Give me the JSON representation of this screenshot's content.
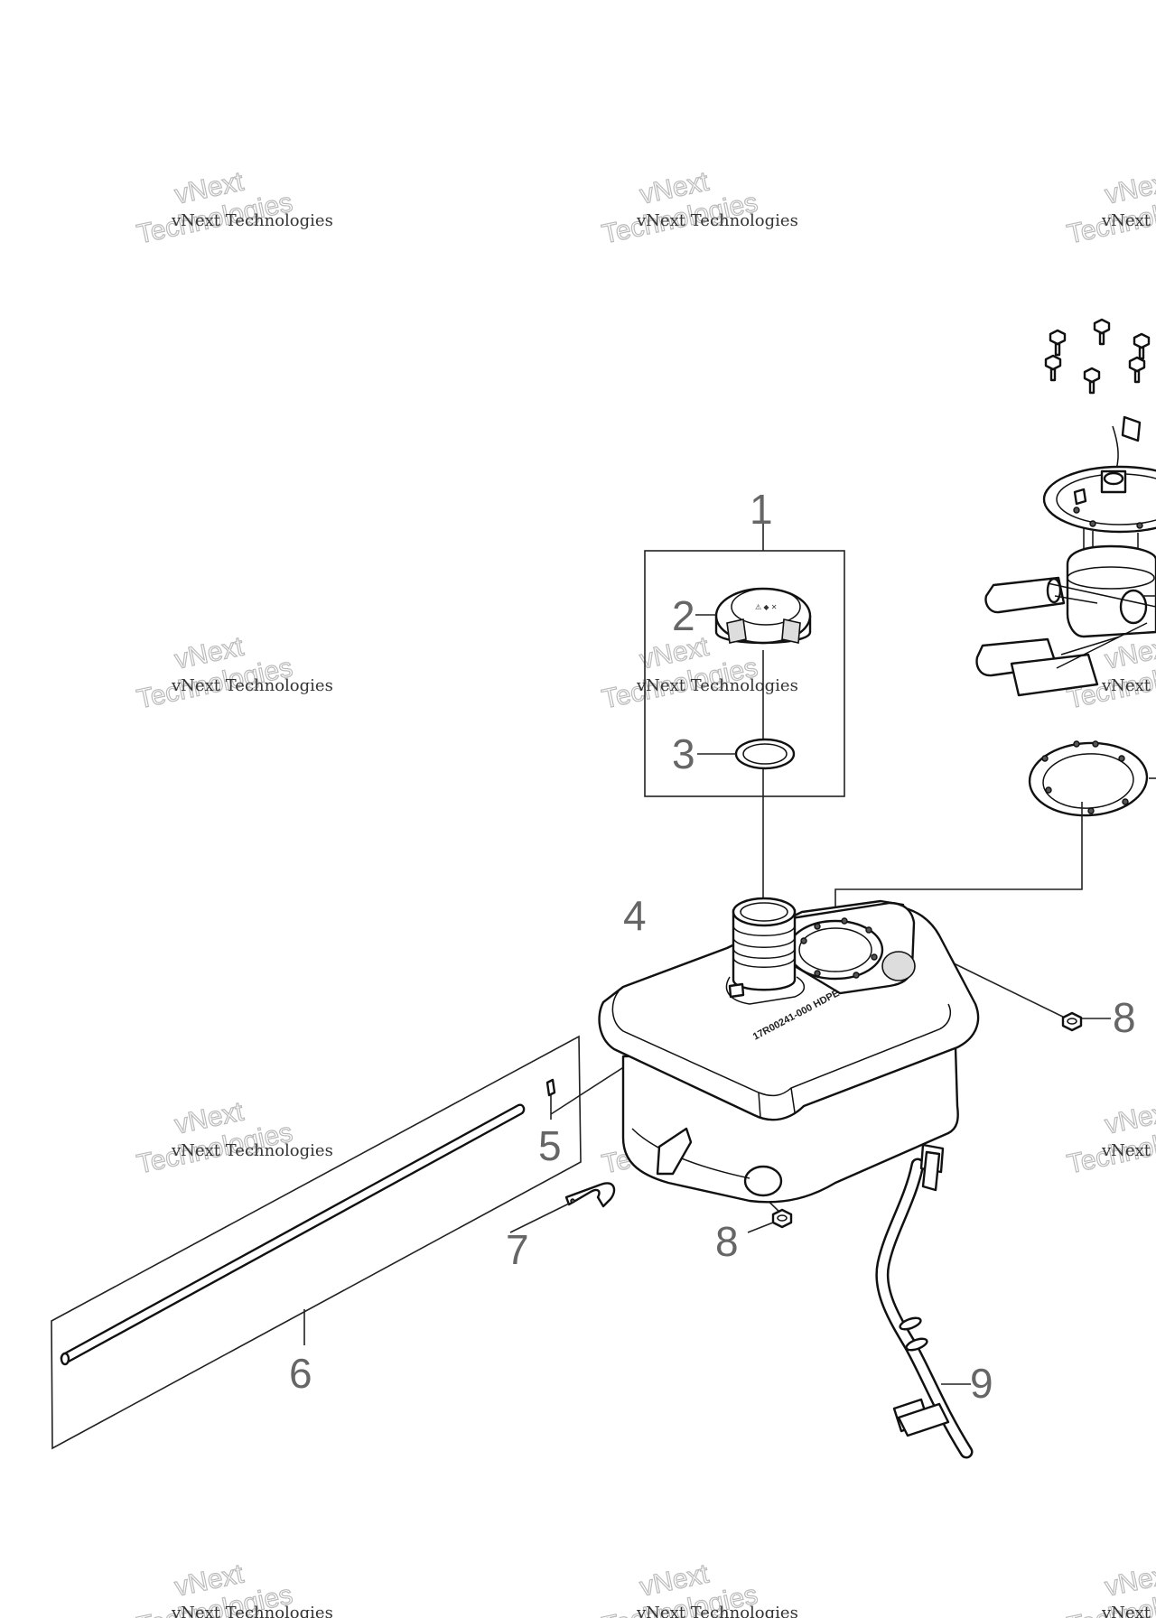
{
  "callouts": [
    {
      "id": "1",
      "label": "1"
    },
    {
      "id": "2",
      "label": "2"
    },
    {
      "id": "3",
      "label": "3"
    },
    {
      "id": "4",
      "label": "4"
    },
    {
      "id": "5",
      "label": "5"
    },
    {
      "id": "6",
      "label": "6"
    },
    {
      "id": "7",
      "label": "7"
    },
    {
      "id": "8a",
      "label": "8"
    },
    {
      "id": "8b",
      "label": "8"
    },
    {
      "id": "9",
      "label": "9"
    }
  ],
  "watermark": {
    "line1": "vNext Technologies",
    "line2": "vNext",
    "line3": "Technologies"
  },
  "tank_marking": "17R00241-000  HDPE"
}
